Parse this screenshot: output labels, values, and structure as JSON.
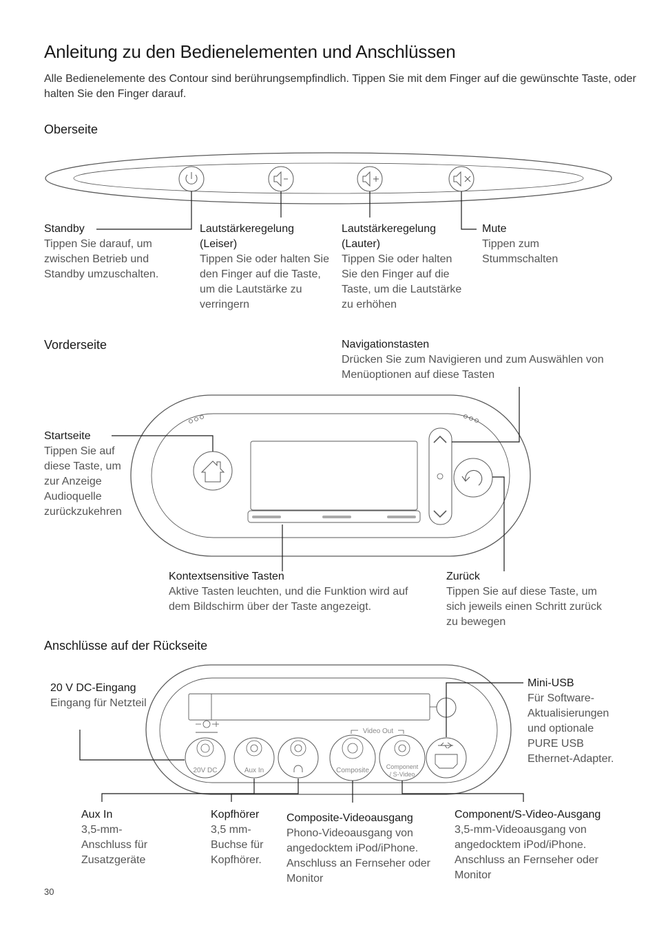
{
  "title": "Anleitung zu den Bedienelementen und Anschlüssen",
  "intro": "Alle Bedienelemente des Contour sind berührungsempfindlich. Tippen Sie mit dem Finger auf die gewünschte Taste, oder halten Sie den Finger darauf.",
  "top": {
    "heading": "Oberseite",
    "standby": {
      "heading": "Standby",
      "desc": "Tippen Sie darauf, um zwischen Betrieb und Standby umzuschalten."
    },
    "vol_down": {
      "heading": "Lautstärkeregelung (Leiser)",
      "desc": "Tippen Sie oder halten Sie den Finger auf die Taste, um die Lautstärke zu verringern"
    },
    "vol_up": {
      "heading": "Lautstärkeregelung (Lauter)",
      "desc": "Tippen Sie oder halten Sie den Finger auf die Taste, um die Lautstärke zu erhöhen"
    },
    "mute": {
      "heading": "Mute",
      "desc": "Tippen zum Stummschalten"
    }
  },
  "front": {
    "heading": "Vorderseite",
    "nav": {
      "heading": "Navigationstasten",
      "desc": "Drücken Sie zum Navigieren und zum Auswählen von Menüoptionen auf diese Tasten"
    },
    "home": {
      "heading": "Startseite",
      "desc": "Tippen Sie auf diese Taste, um zur Anzeige Audioquelle zurückzukehren"
    },
    "context": {
      "heading": "Kontextsensitive Tasten",
      "desc": "Aktive Tasten leuchten, und die Funktion wird auf dem Bildschirm über der Taste angezeigt."
    },
    "back": {
      "heading": "Zurück",
      "desc": "Tippen Sie auf diese Taste, um sich jeweils einen Schritt zurück zu bewegen"
    }
  },
  "rear": {
    "heading": "Anschlüsse auf der Rückseite",
    "dc": {
      "heading": "20 V DC-Eingang",
      "desc": "Eingang für Netzteil"
    },
    "usb": {
      "heading": "Mini-USB",
      "desc": "Für Software-Aktualisierungen und optionale PURE USB Ethernet-Adapter."
    },
    "aux": {
      "heading": "Aux In",
      "desc": "3,5-mm-Anschluss für Zusatzgeräte"
    },
    "phones": {
      "heading": "Kopfhörer",
      "desc": "3,5 mm-Buchse für Kopfhörer."
    },
    "composite": {
      "heading": "Composite-Videoausgang",
      "desc": "Phono-Videoausgang von angedocktem iPod/iPhone. Anschluss an Fernseher oder Monitor"
    },
    "component": {
      "heading": "Component/S-Video-Ausgang",
      "desc": "3,5-mm-Videoausgang von angedocktem iPod/iPhone. Anschluss an Fernseher oder Monitor"
    },
    "port_labels": {
      "dc": "20V DC",
      "aux": "Aux In",
      "composite": "Composite",
      "component_line1": "Component",
      "component_line2": "/ S-Video",
      "video_out": "Video Out"
    }
  },
  "page_number": "30"
}
